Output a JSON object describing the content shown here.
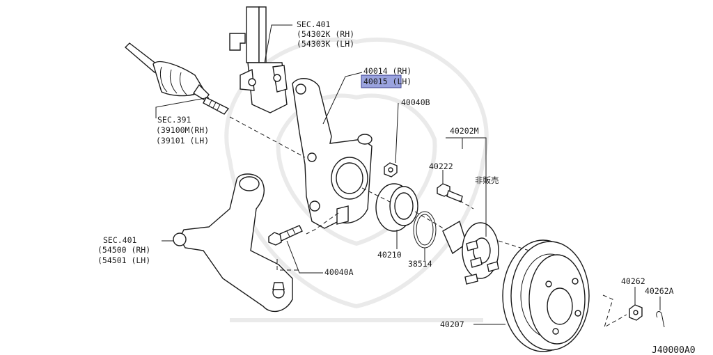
{
  "labels": {
    "strut_sec": "SEC.401",
    "strut_rh": "(54302K (RH)",
    "strut_lh": "(54303K (LH)",
    "knuckle_rh": "40014 (RH)",
    "knuckle_lh": "40015 (LH)",
    "shaft_sec": "SEC.391",
    "shaft_rh": "(39100M(RH)",
    "shaft_lh": "(39101  (LH)",
    "nut_b": "40040B",
    "hub_assy": "40202M",
    "hub_bolt": "40222",
    "not_sold": "非販売",
    "arm_sec": "SEC.401",
    "arm_rh": "(54500 (RH)",
    "arm_lh": "(54501 (LH)",
    "bearing": "40210",
    "snap_ring": "38514",
    "bolt_a": "40040A",
    "nut": "40262",
    "cotter_pin": "40262A",
    "disc": "40207",
    "diagram_code": "J40000A0"
  },
  "colors": {
    "highlight": "#9aa3de",
    "line": "#1a1a1a"
  }
}
